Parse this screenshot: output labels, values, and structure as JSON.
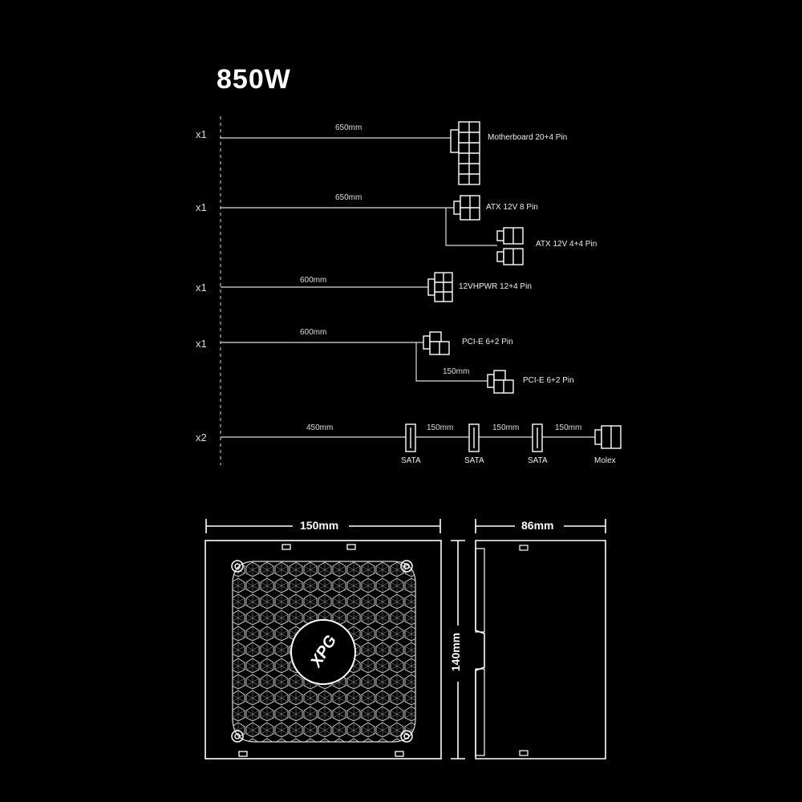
{
  "title": "850W",
  "cables": [
    {
      "qty": "x1",
      "length": "650mm",
      "connectors": [
        "Motherboard 20+4 Pin"
      ]
    },
    {
      "qty": "x1",
      "length": "650mm",
      "connectors": [
        "ATX 12V 8 Pin",
        "ATX 12V 4+4 Pin"
      ]
    },
    {
      "qty": "x1",
      "length": "600mm",
      "connectors": [
        "12VHPWR 12+4 Pin"
      ]
    },
    {
      "qty": "x1",
      "length": "600mm",
      "connectors": [
        "PCI-E 6+2 Pin",
        "PCI-E 6+2 Pin"
      ],
      "sub_length": "150mm"
    },
    {
      "qty": "x2",
      "length": "450mm",
      "segments": [
        "150mm",
        "150mm",
        "150mm"
      ],
      "connectors": [
        "SATA",
        "SATA",
        "SATA",
        "Molex"
      ]
    }
  ],
  "dimensions": {
    "width": "150mm",
    "depth": "86mm",
    "height": "140mm"
  },
  "logo": "XPG",
  "colors": {
    "background": "#000000",
    "line": "#ffffff"
  }
}
